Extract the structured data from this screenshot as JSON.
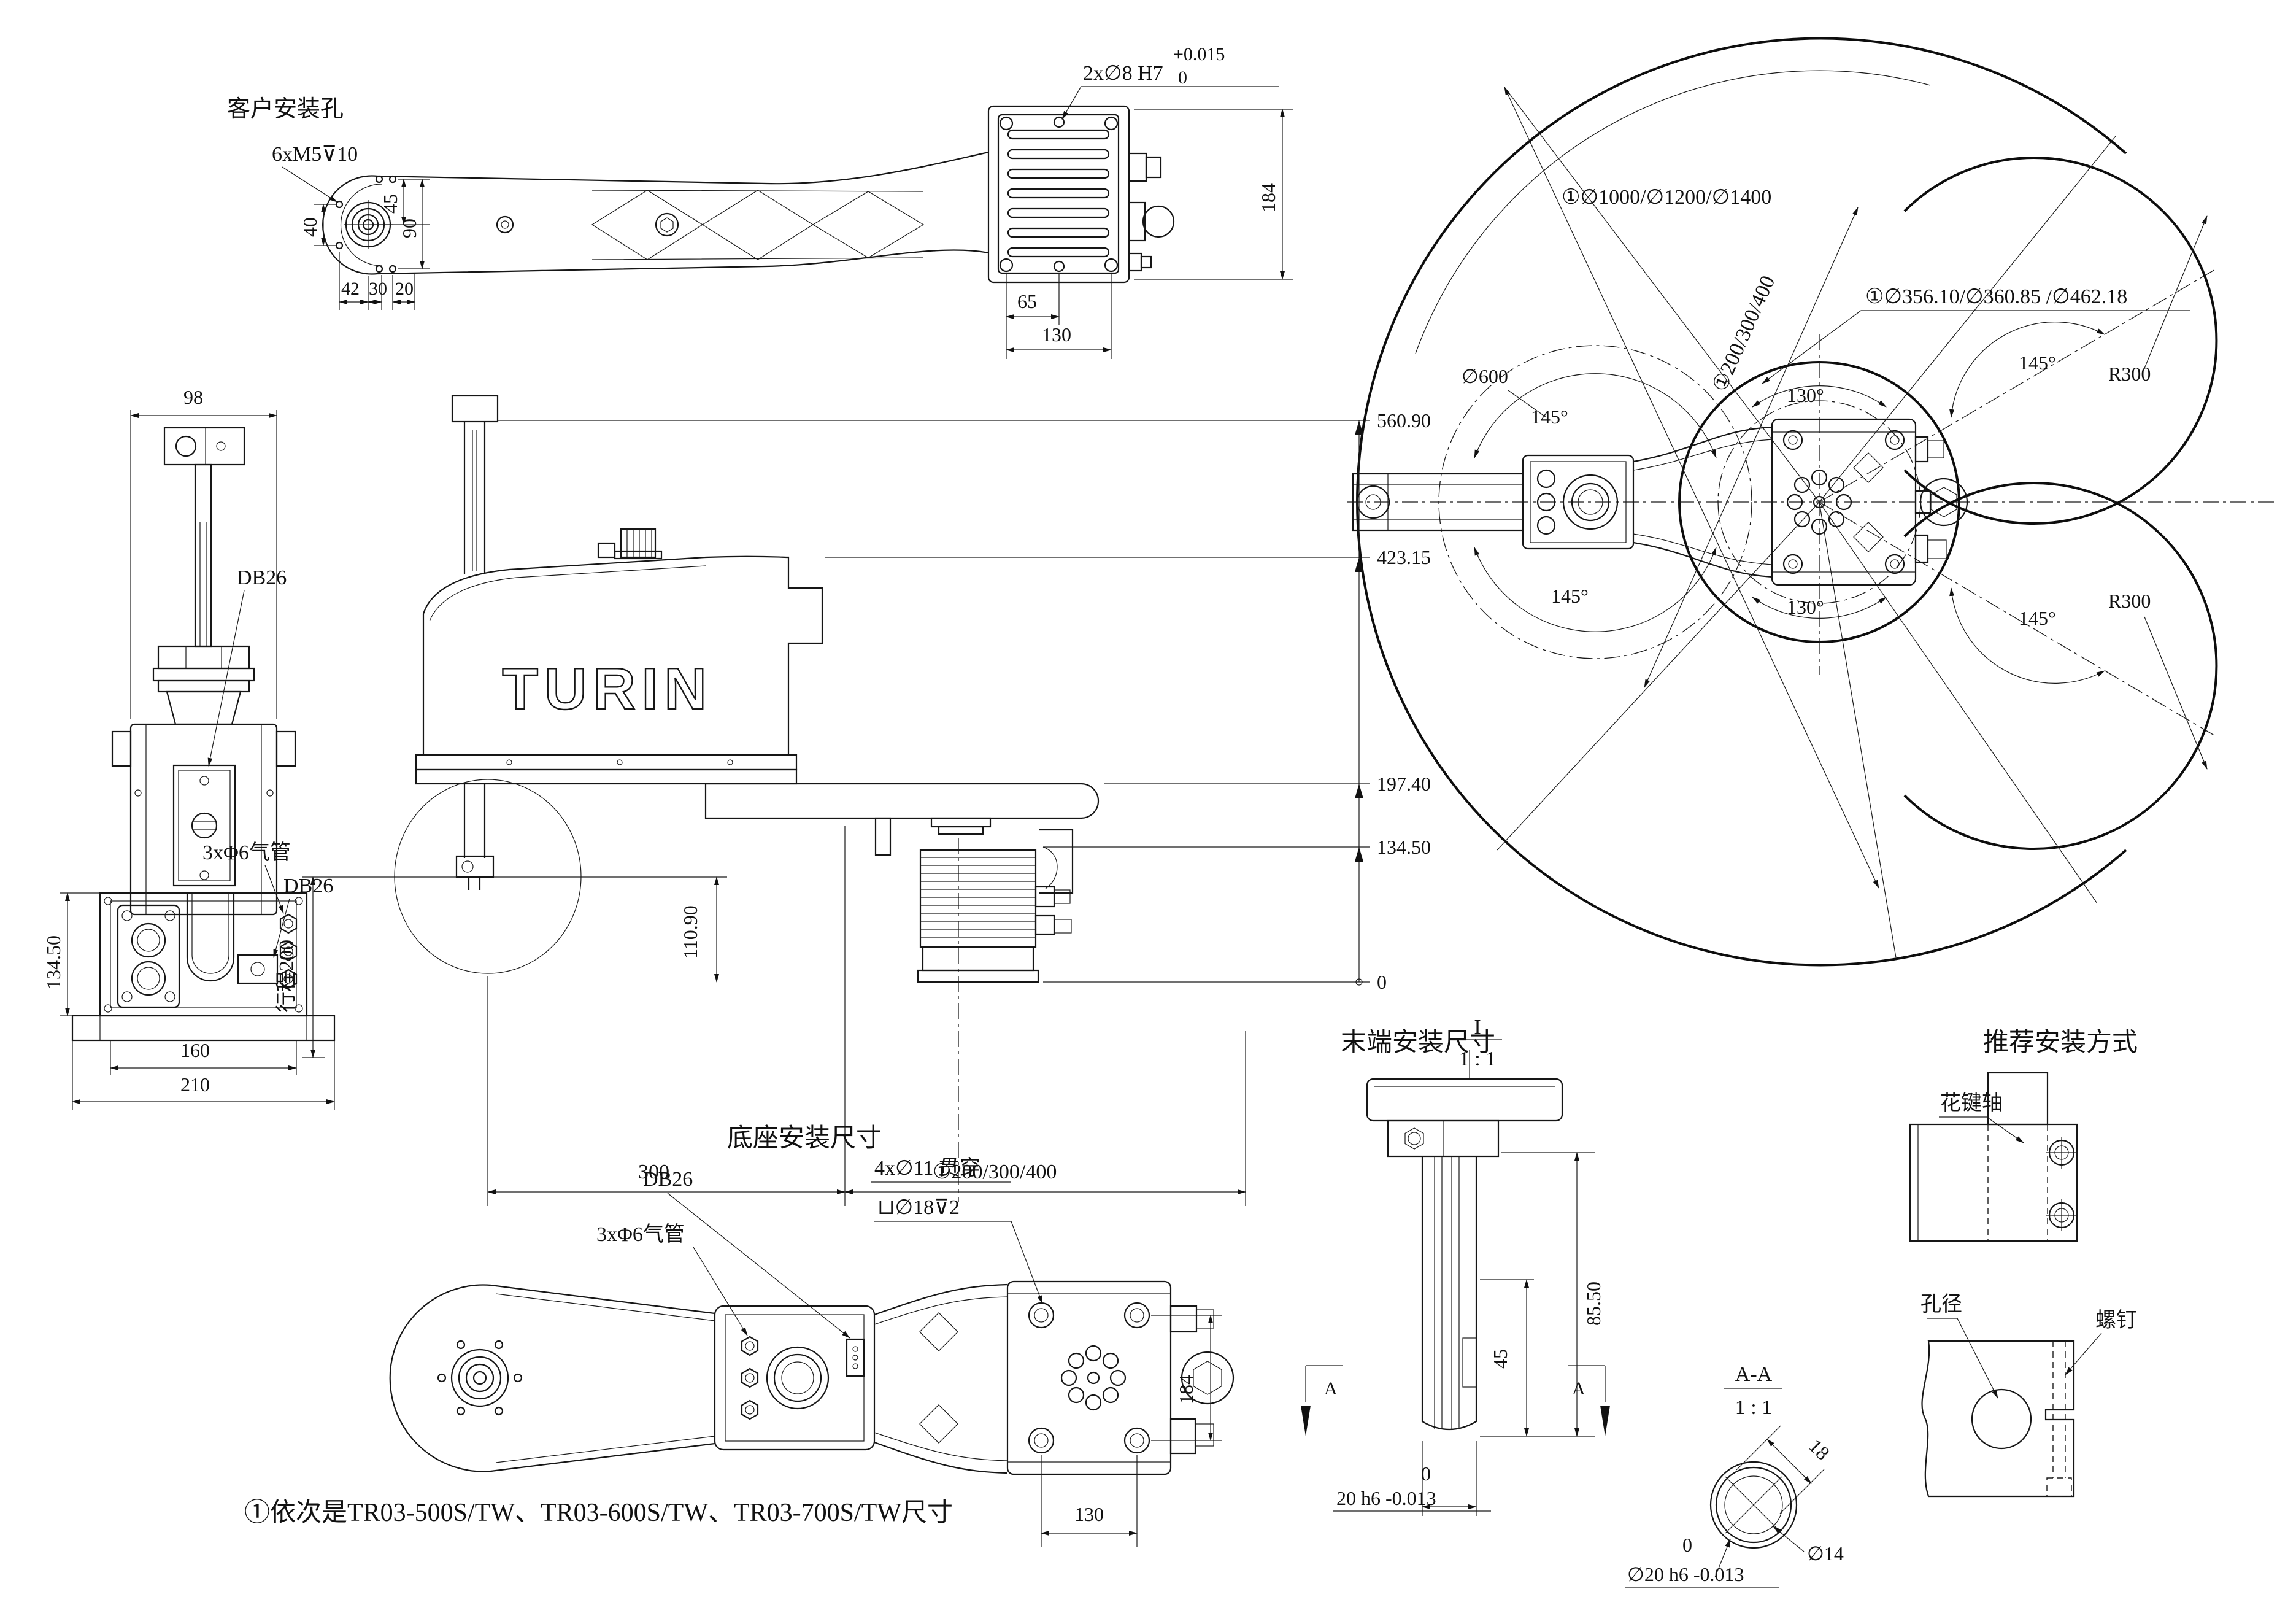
{
  "drawing": {
    "note": "①依次是TR03-500S/TW、TR03-600S/TW、TR03-700S/TW尺寸",
    "arm_top": {
      "title": "客户安装孔",
      "thread": "6xM5⊽10",
      "d40": "40",
      "d45": "45",
      "d90": "90",
      "d42": "42",
      "d30": "30",
      "d20": "20"
    },
    "flange_top": {
      "hole": "2x∅8 H7",
      "tol_hi": "+0.015",
      "tol_lo": "0",
      "d65": "65",
      "d130": "130",
      "d184": "184"
    },
    "workspace": {
      "dia_max": "①∅1000/∅1200/∅1400",
      "link1": "①200/300/400",
      "dia_min": "①∅356.10/∅360.85 /∅462.18",
      "dia600": "∅600",
      "a145_tl": "145°",
      "a145_bl": "145°",
      "a130_t": "130°",
      "a130_b": "130°",
      "a145_tr": "145°",
      "a145_br": "145°",
      "r300_t": "R300",
      "r300_b": "R300"
    },
    "side": {
      "d98": "98",
      "db26_top": "DB26",
      "air": "3xΦ6气管",
      "db26_bot": "DB26",
      "d134": "134.50",
      "d160": "160",
      "d210": "210"
    },
    "front": {
      "logo": "TURIN",
      "h560": "560.90",
      "h423": "423.15",
      "h197": "197.40",
      "h134": "134.50",
      "h0": "0",
      "d110": "110.90",
      "stroke": "行程200",
      "d300": "300",
      "link1": "①200/300/400"
    },
    "base_bottom": {
      "title": "底座安装尺寸",
      "db26": "DB26",
      "air": "3xΦ6气管",
      "holes": "4x∅11 贯穿",
      "cbore": "⊔∅18⊽2",
      "d130": "130",
      "d184": "184"
    },
    "end_mount": {
      "title": "末端安装尺寸",
      "detail": "I",
      "scale": "1 : 1",
      "d85": "85.50",
      "d45": "45",
      "tol0": "0",
      "d20": "20 h6 -0.013",
      "a": "A"
    },
    "section": {
      "title": "A-A",
      "scale": "1 : 1",
      "d18": "18",
      "dia14": "∅14",
      "tol0": "0",
      "dia20": "∅20 h6 -0.013"
    },
    "install": {
      "title": "推荐安装方式",
      "spline": "花键轴",
      "hole": "孔径",
      "screw": "螺钉"
    }
  }
}
